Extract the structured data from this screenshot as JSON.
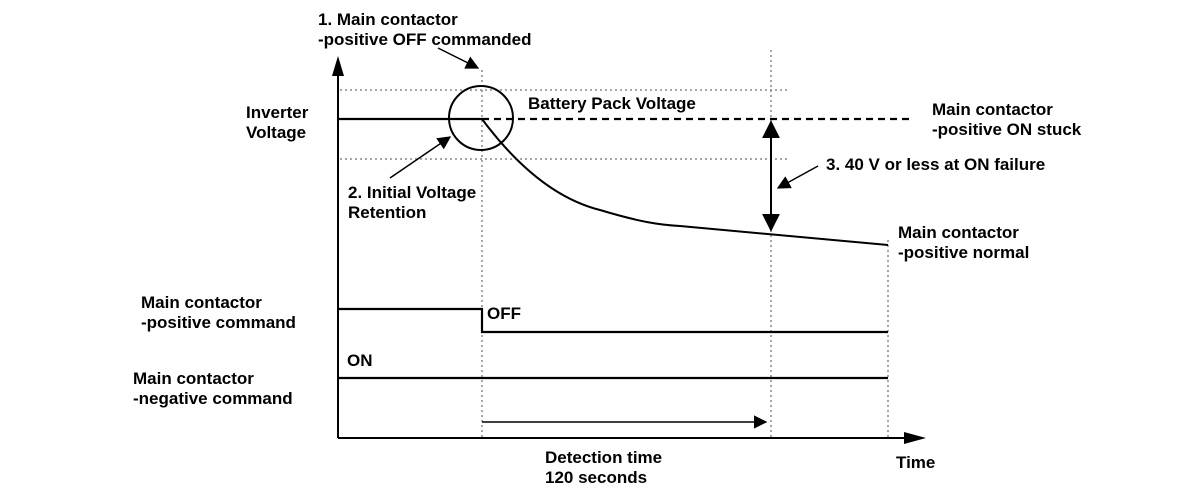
{
  "annotations": {
    "off_commanded": {
      "line1": "1. Main contactor",
      "line2": "-positive OFF commanded"
    },
    "initial_retention": {
      "line1": "2. Initial Voltage",
      "line2": "Retention"
    },
    "threshold": "3. 40 V or less at ON failure"
  },
  "signals": {
    "inverter_voltage": {
      "line1": "Inverter",
      "line2": "Voltage"
    },
    "positive_command": {
      "line1": "Main contactor",
      "line2": "-positive command"
    },
    "negative_command": {
      "line1": "Main contactor",
      "line2": "-negative command"
    }
  },
  "traces": {
    "battery_pack_voltage": "Battery Pack Voltage",
    "on_stuck": {
      "line1": "Main contactor",
      "line2": "-positive ON stuck"
    },
    "normal": {
      "line1": "Main contactor",
      "line2": "-positive normal"
    }
  },
  "states": {
    "off": "OFF",
    "on": "ON"
  },
  "time_axis": {
    "label": "Time",
    "detection_line1": "Detection time",
    "detection_line2": "120 seconds"
  },
  "colors": {
    "ink": "#000000",
    "dotted": "#888888",
    "background": "#ffffff"
  }
}
